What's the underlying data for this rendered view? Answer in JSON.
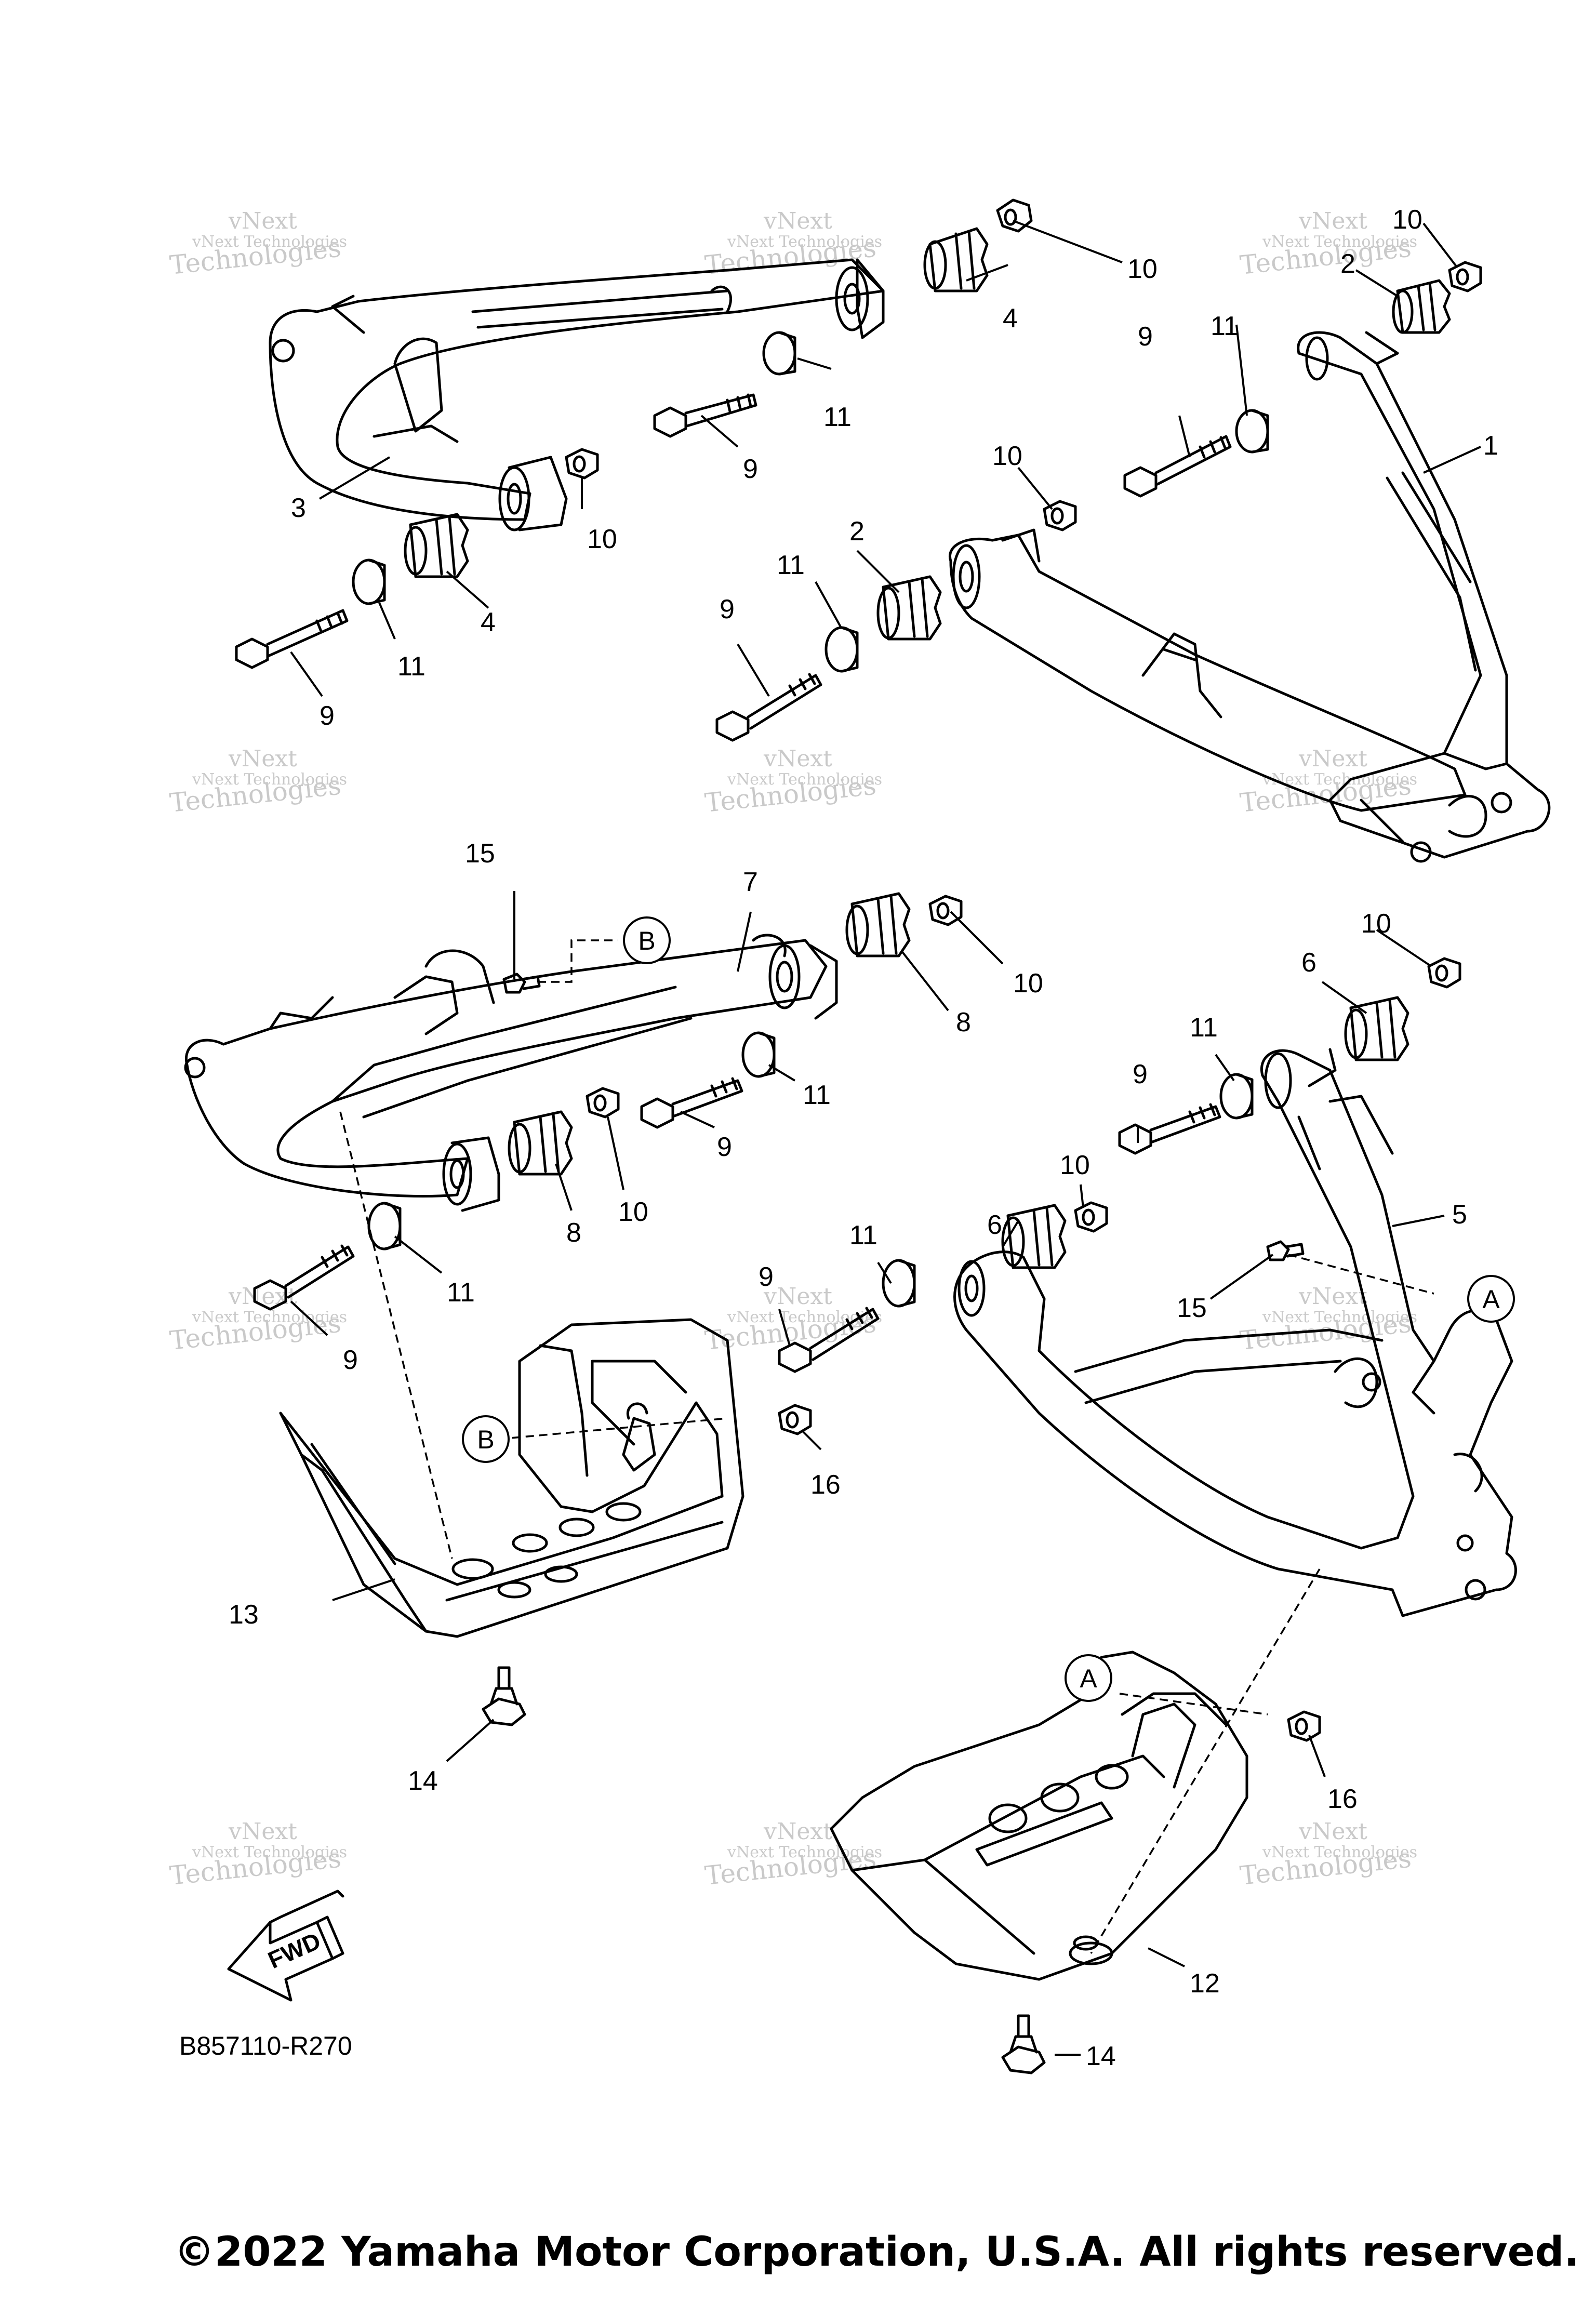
{
  "diagram": {
    "part_code": "B857110-R270",
    "fwd_label": "FWD",
    "watermark_line1": "vNext",
    "watermark_line2": "vNext Technologies",
    "watermark_line3": "Technologies",
    "copyright": "©2022 Yamaha Motor Corporation, U.S.A. All rights reserved.",
    "refs": {
      "a": "A",
      "b": "B"
    },
    "callouts": {
      "n1": "1",
      "n2": "2",
      "n3": "3",
      "n4": "4",
      "n5": "5",
      "n6": "6",
      "n7": "7",
      "n8": "8",
      "n9": "9",
      "n10": "10",
      "n11": "11",
      "n12": "12",
      "n13": "13",
      "n14": "14",
      "n15": "15",
      "n16": "16"
    },
    "colors": {
      "line": "#000000",
      "watermark": "#c9c9c9",
      "background": "#ffffff"
    }
  }
}
